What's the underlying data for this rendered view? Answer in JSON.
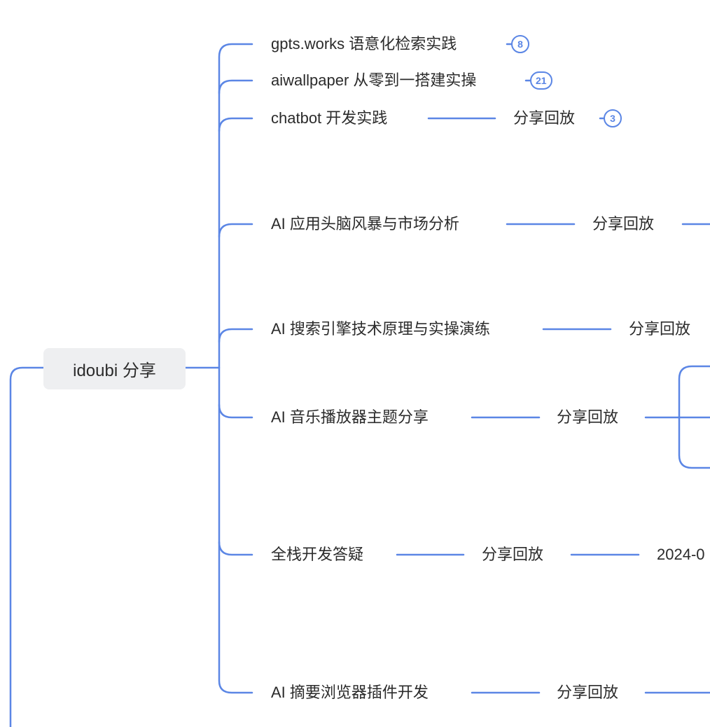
{
  "root": {
    "label": "idoubi 分享"
  },
  "colors": {
    "line": "#5b86e5",
    "root_bg": "#eeeff1"
  },
  "children": [
    {
      "label": "gpts.works 语意化检索实践",
      "badge": "8"
    },
    {
      "label": "aiwallpaper 从零到一搭建实操",
      "badge": "21"
    },
    {
      "label": "chatbot 开发实践",
      "sub": "分享回放",
      "badge": "3"
    },
    {
      "label": "AI 应用头脑风暴与市场分析",
      "sub": "分享回放"
    },
    {
      "label": "AI 搜索引擎技术原理与实操演练",
      "sub": "分享回放"
    },
    {
      "label": "AI 音乐播放器主题分享",
      "sub": "分享回放"
    },
    {
      "label": "全栈开发答疑",
      "sub": "分享回放",
      "date": "2024-0"
    },
    {
      "label": "AI 摘要浏览器插件开发",
      "sub": "分享回放"
    }
  ]
}
